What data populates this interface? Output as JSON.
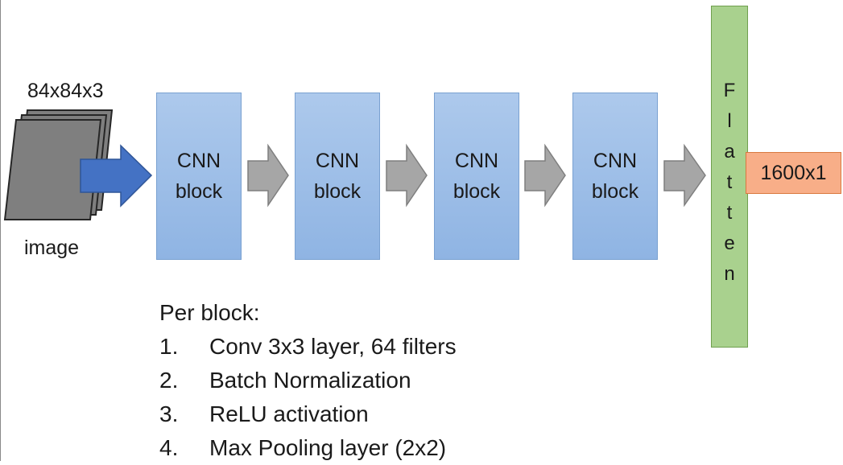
{
  "input": {
    "size_label": "84x84x3",
    "caption": "image"
  },
  "blocks": [
    {
      "line1": "CNN",
      "line2": "block"
    },
    {
      "line1": "CNN",
      "line2": "block"
    },
    {
      "line1": "CNN",
      "line2": "block"
    },
    {
      "line1": "CNN",
      "line2": "block"
    }
  ],
  "flatten": {
    "letters": [
      "F",
      "l",
      "a",
      "t",
      "t",
      "e",
      "n"
    ]
  },
  "output": {
    "label": "1600x1"
  },
  "notes": {
    "title": "Per block:",
    "steps": [
      {
        "num": "1.",
        "text": "Conv 3x3 layer, 64 filters"
      },
      {
        "num": "2.",
        "text": "Batch Normalization"
      },
      {
        "num": "3.",
        "text": "ReLU activation"
      },
      {
        "num": "4.",
        "text": "Max Pooling layer (2x2)"
      }
    ]
  },
  "colors": {
    "block_fill": "#9dbfe8",
    "flatten_fill": "#a9d18e",
    "output_fill": "#f8ae88",
    "input_arrow": "#4472c4",
    "flow_arrow": "#a6a6a6",
    "image_stack": "#7f7f7f"
  }
}
